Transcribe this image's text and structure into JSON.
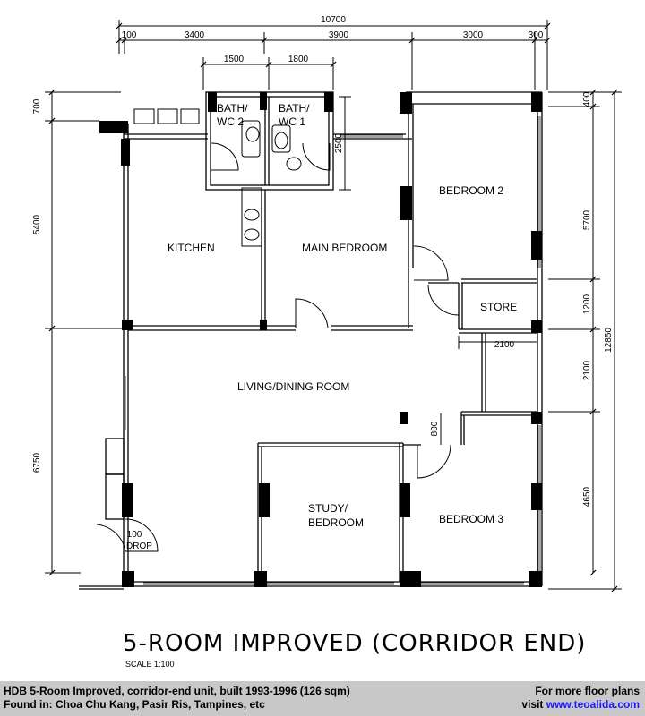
{
  "plan": {
    "dims_top": {
      "overall": "10700",
      "segments": [
        "100",
        "3400",
        "3900",
        "3000",
        "300"
      ],
      "baths": [
        "1500",
        "1800"
      ]
    },
    "dims_left": [
      "700",
      "5400",
      "6750"
    ],
    "dims_right": [
      "400",
      "5700",
      "1200",
      "2100",
      "4650",
      "12850"
    ],
    "dims_inner": {
      "bath_depth": "2500",
      "corridor": "2100",
      "door": "800",
      "drop": "100"
    },
    "rooms": {
      "bath2": [
        "BATH/",
        "WC 2"
      ],
      "bath1": [
        "BATH/",
        "WC 1"
      ],
      "bedroom2": "BEDROOM 2",
      "kitchen": "KITCHEN",
      "main_bedroom": "MAIN BEDROOM",
      "store": "STORE",
      "living": "LIVING/DINING ROOM",
      "study": [
        "STUDY/",
        "BEDROOM"
      ],
      "bedroom3": "BEDROOM 3",
      "drop": "DROP"
    },
    "title": "5-ROOM IMPROVED (CORRIDOR END)",
    "scale": "SCALE   1:100"
  },
  "footer": {
    "line1": "HDB 5-Room Improved, corridor-end unit, built 1993-1996 (126 sqm)",
    "line2": "Found in: Choa Chu Kang, Pasir Ris, Tampines, etc",
    "right1": "For more floor plans",
    "right2_prefix": "visit ",
    "link": "www.teoalida.com"
  }
}
